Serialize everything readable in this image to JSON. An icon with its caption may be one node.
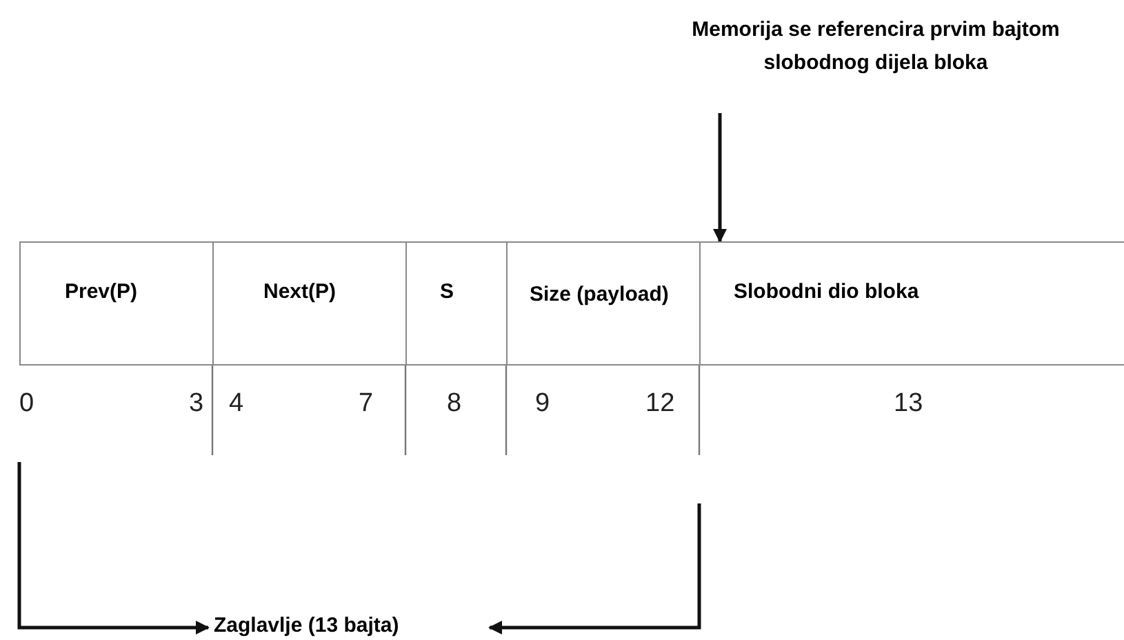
{
  "diagram": {
    "nodes": [
      {
        "text": [
          "Prev(P)"
        ]
      },
      {
        "text": [
          "Next(P)"
        ]
      },
      {
        "text": [
          "S"
        ]
      },
      {
        "text": [
          "Size (payload)"
        ]
      },
      {
        "text": [
          "Slobodni dio bloka"
        ]
      },
      {
        "text": [
          "Memorija se referencira prvim bajtom slobodnog dijela bloka"
        ]
      },
      {
        "text": [
          "Zaglavlje (13 bajta)"
        ]
      }
    ],
    "edges": [
      {
        "from": 5,
        "to": 4,
        "arrow": "to"
      },
      {
        "from": null,
        "to": 6,
        "arrow": "to"
      },
      {
        "from": null,
        "to": 6,
        "arrow": "to"
      }
    ],
    "labels": [
      "0",
      "3",
      "4",
      "7",
      "8",
      "9",
      "12",
      "13"
    ]
  }
}
